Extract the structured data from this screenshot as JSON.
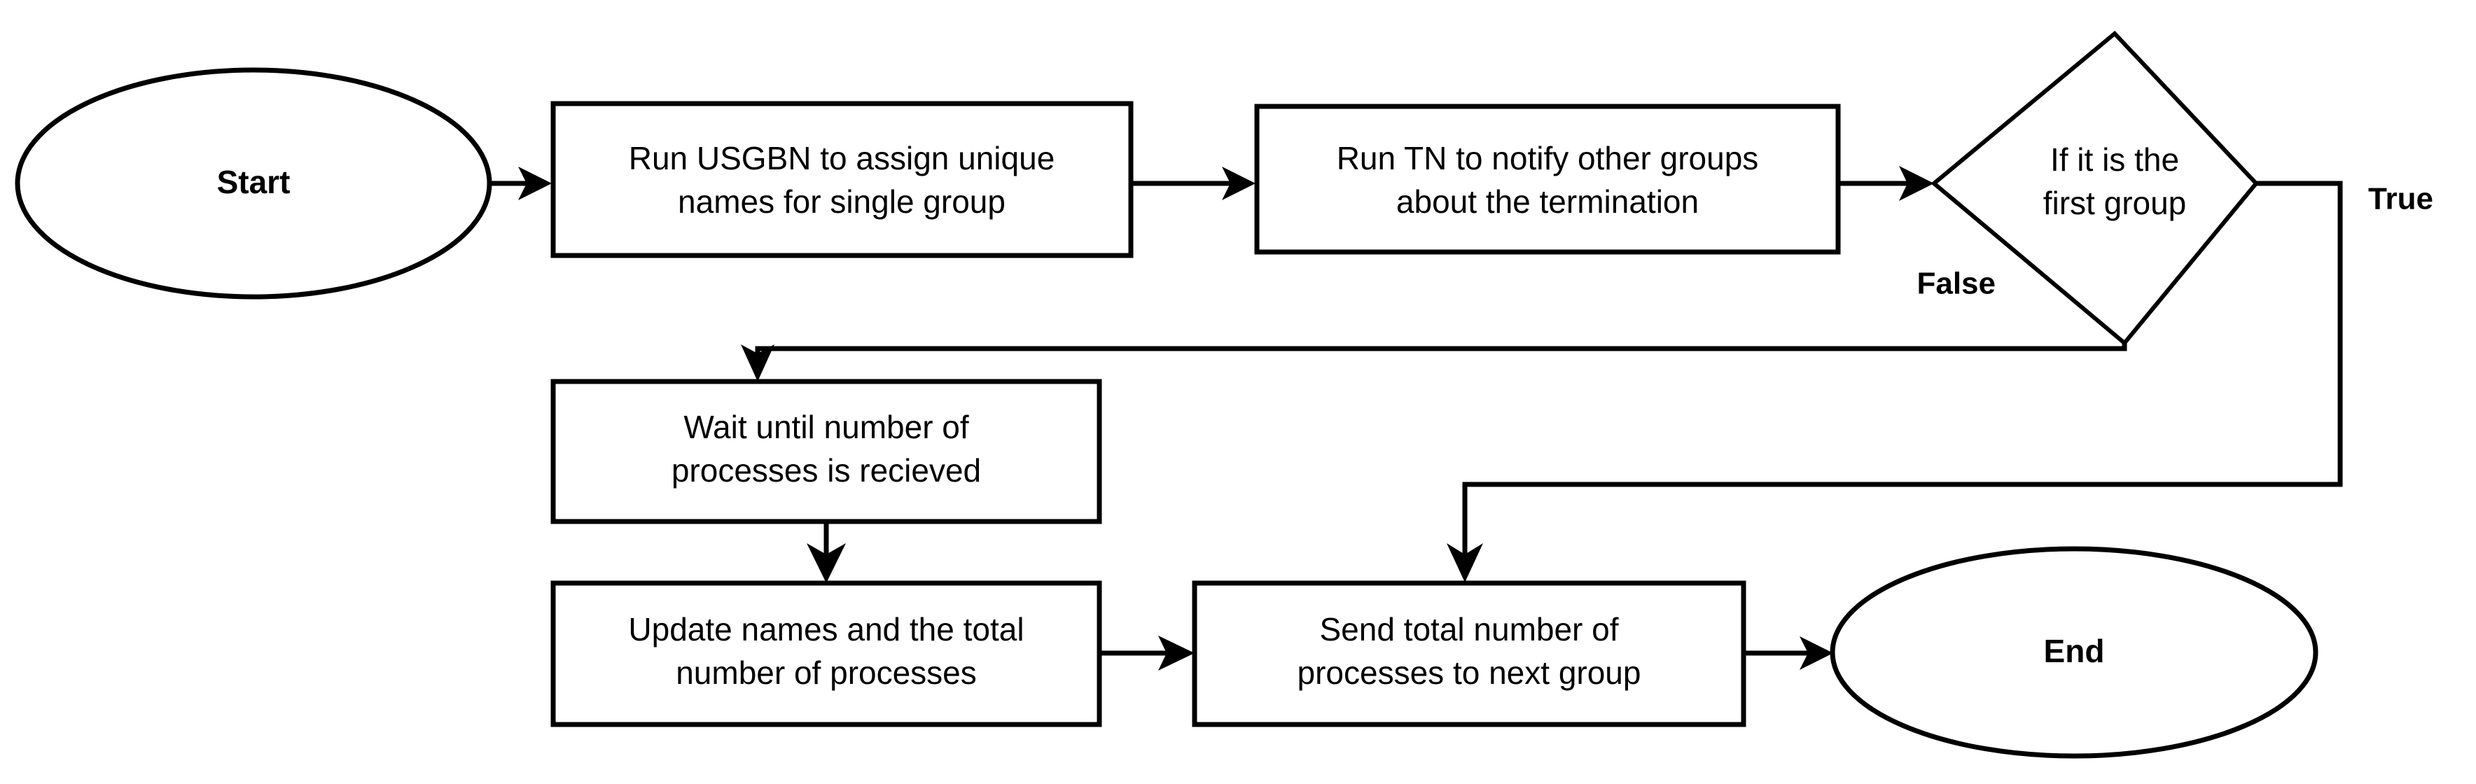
{
  "diagram": {
    "type": "flowchart",
    "title": "",
    "background_color": "#ffffff",
    "line_color": "#000000",
    "nodes": [
      {
        "id": "start",
        "shape": "ellipse",
        "label": "Start",
        "bold": true,
        "lines": [
          "Start"
        ]
      },
      {
        "id": "run_usgbn",
        "shape": "rectangle",
        "label": "Run USGBN to assign unique names for single group",
        "bold": false,
        "lines": [
          "Run USGBN to assign unique",
          "names for single group"
        ]
      },
      {
        "id": "run_tn",
        "shape": "rectangle",
        "label": "Run TN to notify other groups about the termination",
        "bold": false,
        "lines": [
          "Run TN to notify other groups",
          "about the termination"
        ]
      },
      {
        "id": "decision_first_group",
        "shape": "diamond",
        "label": "If it is the first group",
        "bold": false,
        "lines": [
          "If it is the",
          "first group"
        ]
      },
      {
        "id": "wait_processes",
        "shape": "rectangle",
        "label": "Wait until number of processes is recieved",
        "bold": false,
        "lines": [
          "Wait until number of",
          "processes is recieved"
        ]
      },
      {
        "id": "update_names",
        "shape": "rectangle",
        "label": "Update names and the total number of processes",
        "bold": false,
        "lines": [
          "Update names and the total",
          "number of processes"
        ]
      },
      {
        "id": "send_total",
        "shape": "rectangle",
        "label": "Send total number of processes to next group",
        "bold": false,
        "lines": [
          "Send total number of",
          "processes to next group"
        ]
      },
      {
        "id": "end",
        "shape": "ellipse",
        "label": "End",
        "bold": true,
        "lines": [
          "End"
        ]
      }
    ],
    "edges": [
      {
        "id": "e1",
        "from": "start",
        "to": "run_usgbn",
        "label": ""
      },
      {
        "id": "e2",
        "from": "run_usgbn",
        "to": "run_tn",
        "label": ""
      },
      {
        "id": "e3",
        "from": "run_tn",
        "to": "decision_first_group",
        "label": ""
      },
      {
        "id": "e4",
        "from": "decision_first_group",
        "to": "wait_processes",
        "label": "False"
      },
      {
        "id": "e5",
        "from": "decision_first_group",
        "to": "send_total",
        "label": "True"
      },
      {
        "id": "e6",
        "from": "wait_processes",
        "to": "update_names",
        "label": ""
      },
      {
        "id": "e7",
        "from": "update_names",
        "to": "send_total",
        "label": ""
      },
      {
        "id": "e8",
        "from": "send_total",
        "to": "end",
        "label": ""
      }
    ]
  }
}
